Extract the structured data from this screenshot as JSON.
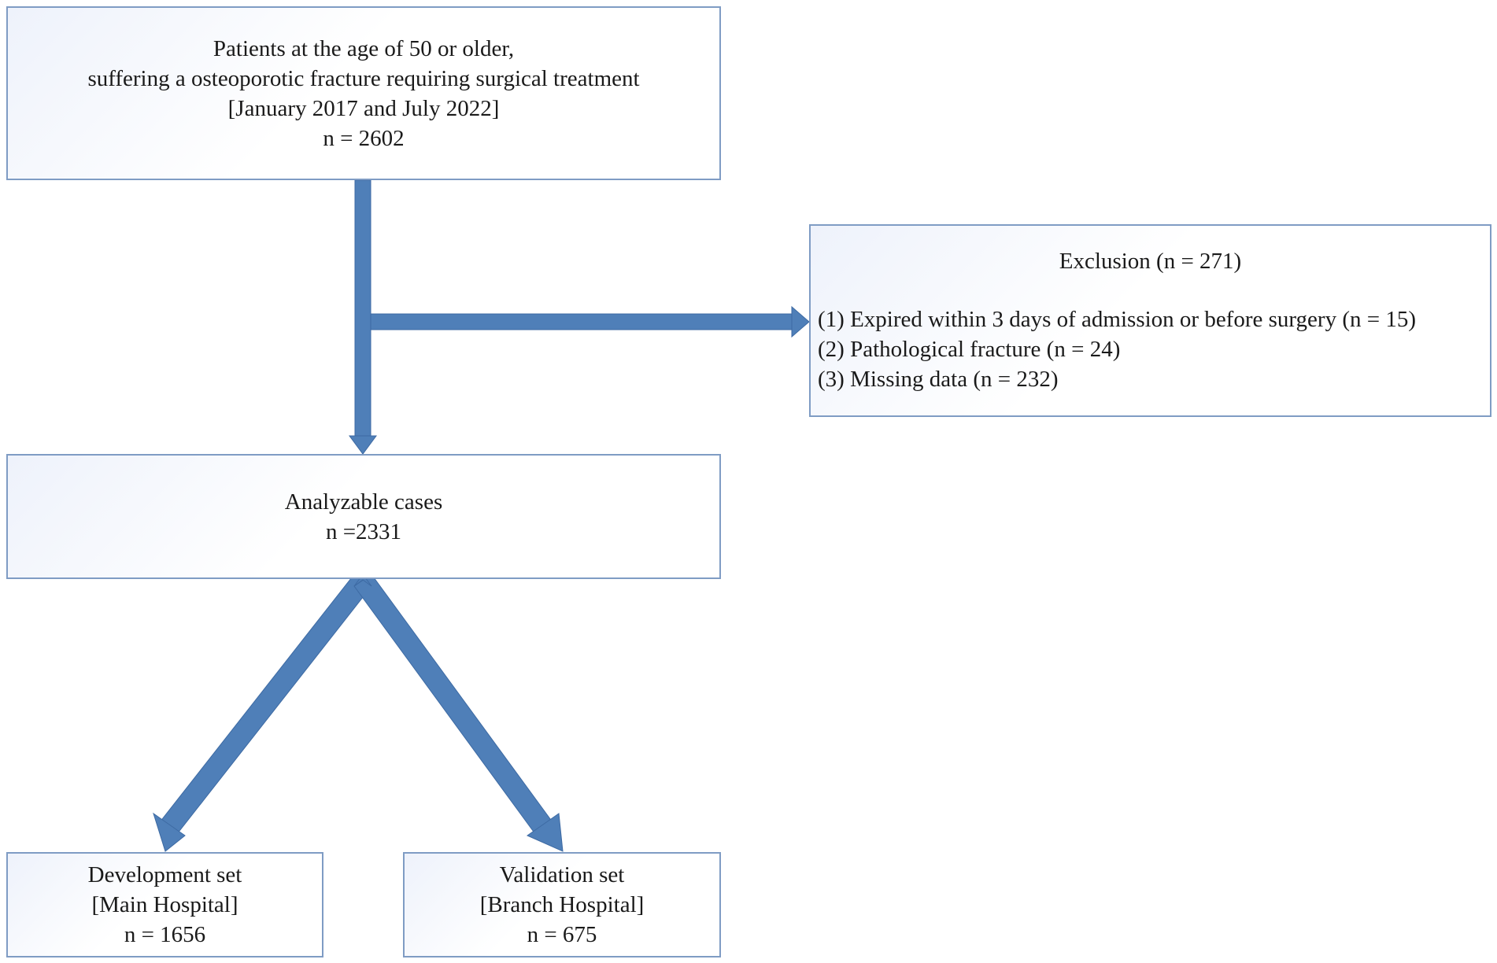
{
  "boxes": {
    "patients": {
      "line1": "Patients at the age of 50 or older,",
      "line2": "suffering a osteoporotic fracture requiring surgical treatment",
      "line3": "[January 2017 and July 2022]",
      "line4": "n = 2602"
    },
    "exclusion": {
      "title": "Exclusion (n = 271)",
      "items": [
        "(1) Expired within 3 days of admission or before surgery (n = 15)",
        "(2) Pathological fracture (n = 24)",
        "(3) Missing data  (n = 232)"
      ]
    },
    "analyzable": {
      "line1": "Analyzable cases",
      "line2": "n =2331"
    },
    "development": {
      "line1": "Development set",
      "line2": "[Main Hospital]",
      "line3": "n = 1656"
    },
    "validation": {
      "line1": "Validation set",
      "line2": "[Branch Hospital]",
      "line3": "n = 675"
    }
  },
  "colors": {
    "arrow": "#4f7fb8",
    "box_border": "#7f9cc4"
  }
}
